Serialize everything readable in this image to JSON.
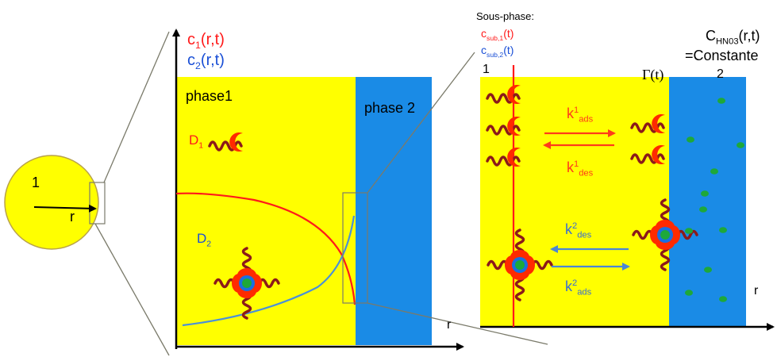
{
  "colors": {
    "phase1": "#ffff00",
    "phase2": "#1a8be6",
    "c1_curve": "#ff1a1a",
    "c2_curve": "#4a90d9",
    "chain": "#8b1a1a",
    "crescent": "#ff2a00",
    "flux_red": "#ff3b1a",
    "flux_blue": "#4a86d6",
    "hno3_dots": "#1ea83a",
    "zoom_lines": "#7a7a6a"
  },
  "icons": {
    "extractant_molecule": "wavy-chain-with-crescent-icon",
    "complex": "four-ligand-metal-complex-icon",
    "hno3_particle": "green-dot-icon"
  },
  "droplet": {
    "label_region": "1",
    "label_radius": "r"
  },
  "panel_middle": {
    "c1_label": {
      "main": "c",
      "sub": "1",
      "tail": "(r,t)"
    },
    "c2_label": {
      "main": "c",
      "sub": "2",
      "tail": "(r,t)"
    },
    "phase1_label": "phase1",
    "phase2_label": "phase 2",
    "d1_label": {
      "main": "D",
      "sub": "1"
    },
    "d2_label": {
      "main": "D",
      "sub": "2"
    },
    "axis_r_label": "r"
  },
  "panel_right": {
    "subphase_title": "Sous-phase:",
    "csub1": {
      "main": "c",
      "sub": "sub,1",
      "tail": "(t)"
    },
    "csub2": {
      "main": "c",
      "sub": "sub,2",
      "tail": "(t)"
    },
    "chno3_line1": {
      "main": "C",
      "sub": "HN03",
      "tail": "(r,t)"
    },
    "chno3_line2": "=Constante",
    "label_1": "1",
    "label_2": "2",
    "gamma_label": "Γ(t)",
    "k1_ads": {
      "main": "k",
      "sup": "1",
      "sub": "ads"
    },
    "k1_des": {
      "main": "k",
      "sup": "1",
      "sub": "des"
    },
    "k2_des": {
      "main": "k",
      "sup": "2",
      "sub": "des"
    },
    "k2_ads": {
      "main": "k",
      "sup": "2",
      "sub": "ads"
    },
    "axis_r_label": "r"
  }
}
